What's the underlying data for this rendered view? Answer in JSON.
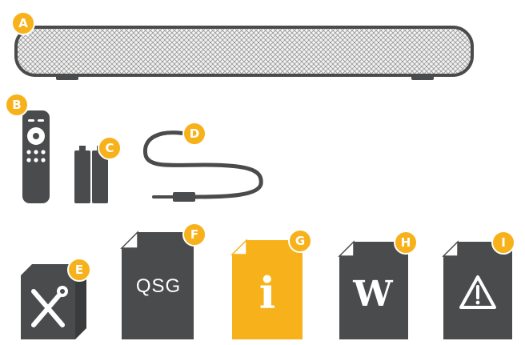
{
  "colors": {
    "dark": "#4a4b4c",
    "accent": "#f7b21b",
    "mesh": "#d9d9d9",
    "white": "#ffffff"
  },
  "items": [
    {
      "label": "A",
      "icon": "soundbar-icon"
    },
    {
      "label": "B",
      "icon": "remote-control-icon"
    },
    {
      "label": "C",
      "icon": "batteries-icon"
    },
    {
      "label": "D",
      "icon": "audio-cable-icon"
    },
    {
      "label": "E",
      "icon": "mounting-kit-box-icon"
    },
    {
      "label": "F",
      "icon": "quick-start-guide-icon",
      "text": "QSG"
    },
    {
      "label": "G",
      "icon": "information-document-icon",
      "text": "i"
    },
    {
      "label": "H",
      "icon": "warranty-document-icon",
      "text": "W"
    },
    {
      "label": "I",
      "icon": "safety-warning-document-icon"
    }
  ]
}
